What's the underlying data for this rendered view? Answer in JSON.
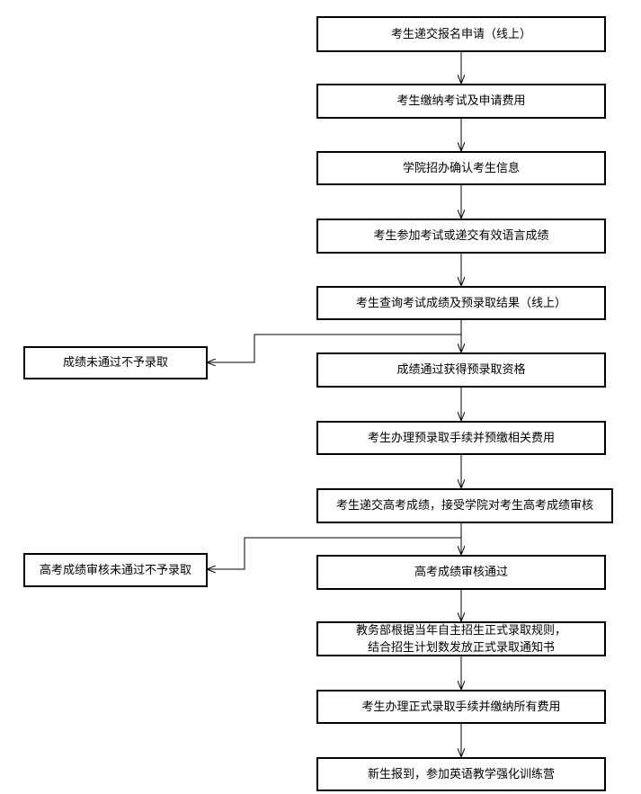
{
  "steps": [
    {
      "label": "考生递交报名申请（线上）"
    },
    {
      "label": "考生缴纳考试及申请费用"
    },
    {
      "label": "学院招办确认考生信息"
    },
    {
      "label": "考生参加考试或递交有效语言成绩"
    },
    {
      "label": "考生查询考试成绩及预录取结果（线上）"
    },
    {
      "label": "成绩通过获得预录取资格"
    },
    {
      "label": "考生办理预录取手续并预缴相关费用"
    },
    {
      "label": "考生递交高考成绩，接受学院对考生高考成绩审核"
    },
    {
      "label": "高考成绩审核通过"
    },
    {
      "label": "教务部根据当年自主招生正式录取规则，\n结合招生计划数发放正式录取通知书"
    },
    {
      "label": "考生办理正式录取手续并缴纳所有费用"
    },
    {
      "label": "新生报到，参加英语教学强化训练营"
    }
  ],
  "rejections": [
    {
      "label": "成绩未通过不予录取"
    },
    {
      "label": "高考成绩审核未通过不予录取"
    }
  ]
}
